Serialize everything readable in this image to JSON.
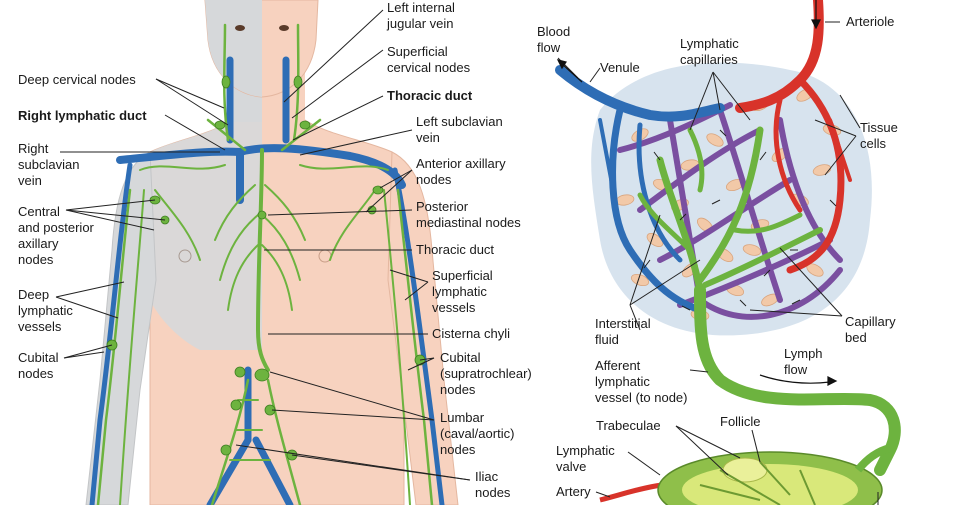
{
  "left_figure": {
    "labels": {
      "left_internal_jugular_vein": "Left internal\njugular vein",
      "superficial_cervical_nodes": "Superficial\ncervical nodes",
      "deep_cervical_nodes": "Deep cervical nodes",
      "thoracic_duct_top": "Thoracic duct",
      "right_lymphatic_duct": "Right lymphatic duct",
      "left_subclavian_vein": "Left subclavian\nvein",
      "right_subclavian_vein": "Right\nsubclavian\nvein",
      "anterior_axillary_nodes": "Anterior axillary\nnodes",
      "posterior_mediastinal_nodes": "Posterior\nmediastinal nodes",
      "central_posterior_axillary_nodes": "Central\nand posterior\naxillary\nnodes",
      "thoracic_duct_mid": "Thoracic duct",
      "superficial_lymphatic_vessels": "Superficial\nlymphatic\nvessels",
      "deep_lymphatic_vessels": "Deep\nlymphatic\nvessels",
      "cisterna_chyli": "Cisterna chyli",
      "cubital_nodes": "Cubital\nnodes",
      "cubital_supratrochlear_nodes": "Cubital\n(supratrochlear)\nnodes",
      "lumbar_nodes": "Lumbar\n(caval/aortic)\nnodes",
      "iliac_nodes": "Iliac\nnodes"
    }
  },
  "right_figure": {
    "labels": {
      "blood_flow": "Blood\nflow",
      "venule": "Venule",
      "lymphatic_capillaries": "Lymphatic\ncapillaries",
      "arteriole": "Arteriole",
      "tissue_cells": "Tissue\ncells",
      "interstitial_fluid": "Interstitial\nfluid",
      "capillary_bed": "Capillary\nbed",
      "afferent_lymphatic_vessel": "Afferent\nlymphatic\nvessel (to node)",
      "lymph_flow": "Lymph\nflow",
      "trabeculae": "Trabeculae",
      "follicle": "Follicle",
      "lymphatic_valve": "Lymphatic\nvalve",
      "artery": "Artery"
    }
  },
  "colors": {
    "vein_blue": "#2e6db5",
    "artery_red": "#d8332a",
    "lymph_green": "#6db33f",
    "capillary_purple": "#7a4fa0",
    "skin": "#f7d2bf",
    "chest_gray": "#d6d8da",
    "tissue_bg": "#d7e3ee",
    "tissue_cell": "#f2c9a8"
  }
}
